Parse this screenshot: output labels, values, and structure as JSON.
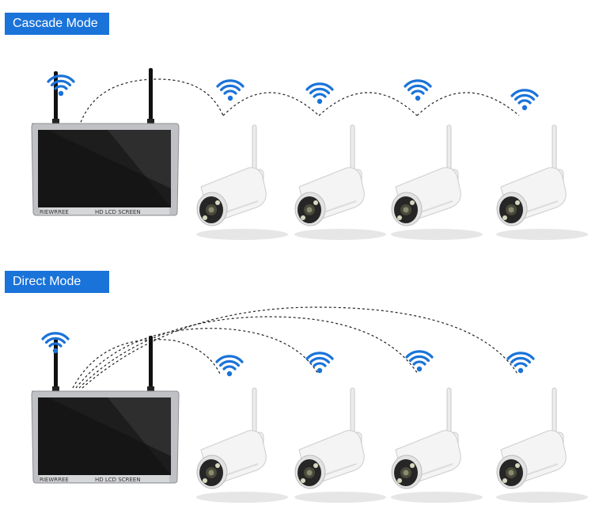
{
  "modes": {
    "cascade": {
      "label": "Cascade Mode"
    },
    "direct": {
      "label": "Direct Mode"
    }
  },
  "nvr": {
    "brand": "RIEWRREE",
    "screen_text": "HD LCD SCREEN"
  },
  "devices": {
    "receiver": "nvr-monitor",
    "cameras_per_mode": 4,
    "signal_icon": "wifi-icon"
  },
  "colors": {
    "label_bg": "#1a73d9",
    "label_text": "#ffffff",
    "wifi": "#1a73d9",
    "link_line": "#222222"
  }
}
